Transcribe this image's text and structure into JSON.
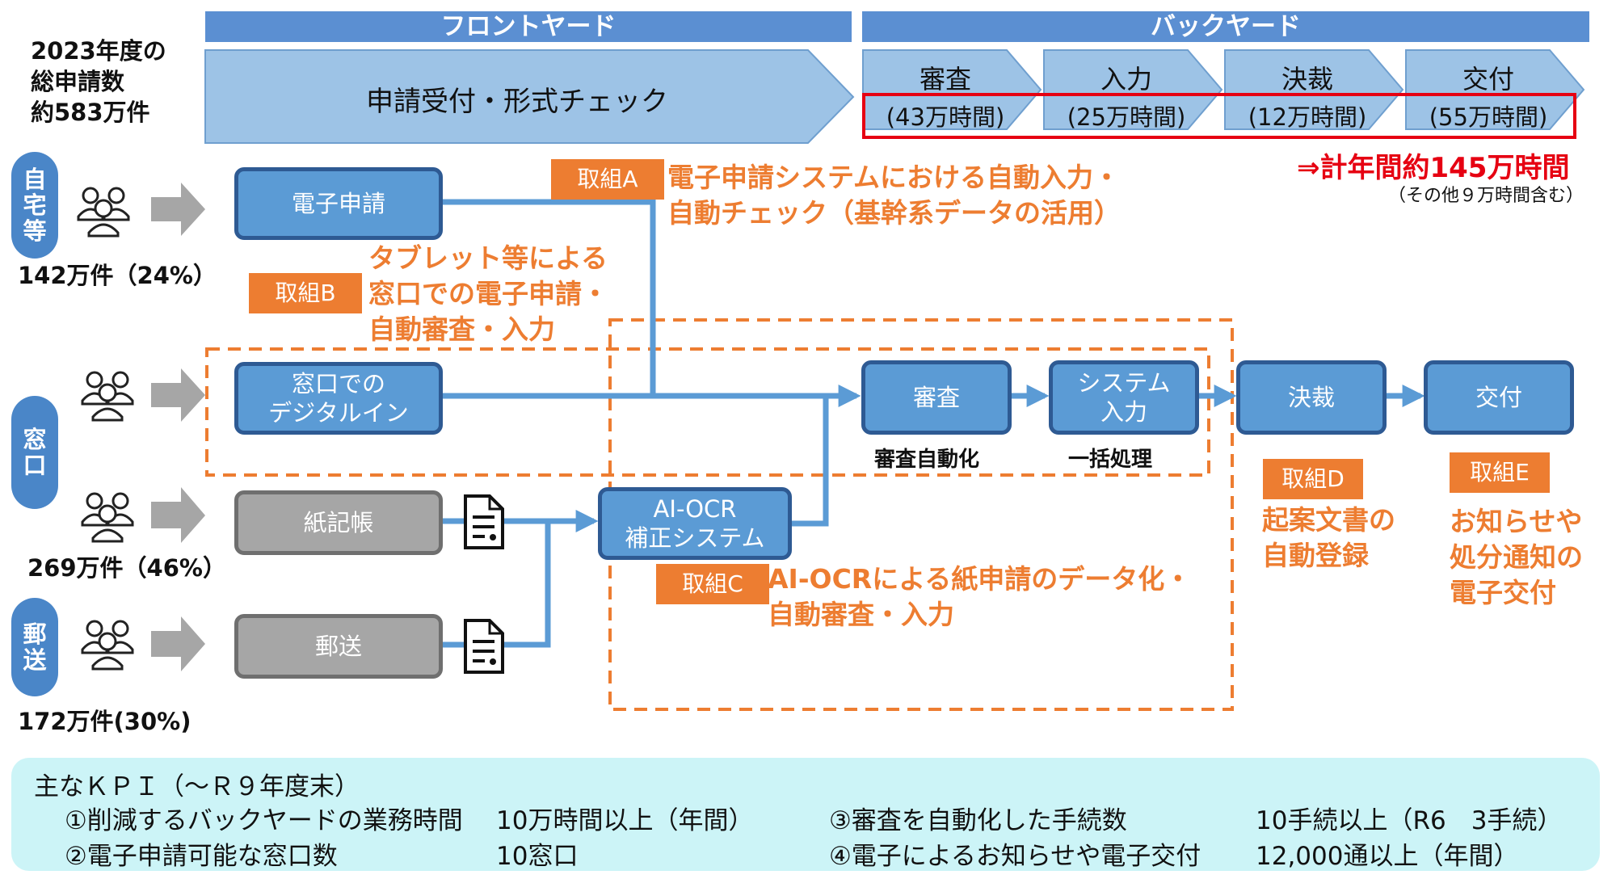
{
  "summary": {
    "line1": "2023年度の",
    "line2": "総申請数",
    "line3": "約583万件"
  },
  "headers": {
    "front": "フロントヤード",
    "back": "バックヤード"
  },
  "front_bar": "申請受付・形式チェック",
  "back_steps": [
    {
      "label": "審査",
      "hours": "(43万時間)"
    },
    {
      "label": "入力",
      "hours": "(25万時間)"
    },
    {
      "label": "決裁",
      "hours": "(12万時間)"
    },
    {
      "label": "交付",
      "hours": "(55万時間)"
    }
  ],
  "total_hours": "⇒計年間約145万時間",
  "total_note": "（その他９万時間含む）",
  "channels": {
    "home": {
      "label": [
        "自",
        "宅",
        "等"
      ],
      "count": "142万件（24%）"
    },
    "counter": {
      "label": [
        "窓",
        "口"
      ],
      "count": "269万件（46%）"
    },
    "mail": {
      "label": [
        "郵",
        "送"
      ],
      "count": "172万件(30%)"
    }
  },
  "boxes": {
    "denshi": "電子申請",
    "madoguchi_1": "窓口での",
    "madoguchi_2": "デジタルイン",
    "kami": "紙記帳",
    "yuso": "郵送",
    "aiocr_1": "AI-OCR",
    "aiocr_2": "補正システム",
    "shinsa": "審査",
    "system_1": "システム",
    "system_2": "入力",
    "kessai": "決裁",
    "kofu": "交付"
  },
  "under_labels": {
    "shinsa": "審査自動化",
    "system": "一括処理"
  },
  "initiatives": {
    "A": {
      "tag": "取組A",
      "lines": [
        "電子申請システムにおける自動入力・",
        "自動チェック（基幹系データの活用）"
      ]
    },
    "B": {
      "tag": "取組B",
      "lines": [
        "タブレット等による",
        "窓口での電子申請・",
        "自動審査・入力"
      ]
    },
    "C": {
      "tag": "取組C",
      "lines": [
        "AI-OCRによる紙申請のデータ化・",
        "自動審査・入力"
      ]
    },
    "D": {
      "tag": "取組D",
      "lines": [
        "起案文書の",
        "自動登録"
      ]
    },
    "E": {
      "tag": "取組E",
      "lines": [
        "お知らせや",
        "処分通知の",
        "電子交付"
      ]
    }
  },
  "kpi": {
    "title": "主なＫＰＩ（～Ｒ９年度末）",
    "items": [
      {
        "label": "①削減するバックヤードの業務時間",
        "value": "10万時間以上（年間）"
      },
      {
        "label": "②電子申請可能な窓口数",
        "value": "10窓口"
      },
      {
        "label": "③審査を自動化した手続数",
        "value": "10手続以上（R6　3手続）"
      },
      {
        "label": "④電子によるお知らせや電子交付",
        "value": "12,000通以上（年間）"
      }
    ]
  },
  "colors": {
    "blue": "#5b9bd5",
    "dark_blue": "#2e5a93",
    "orange": "#ed7d31",
    "red": "#e60012",
    "kpi_bg": "#ccf4f7"
  }
}
